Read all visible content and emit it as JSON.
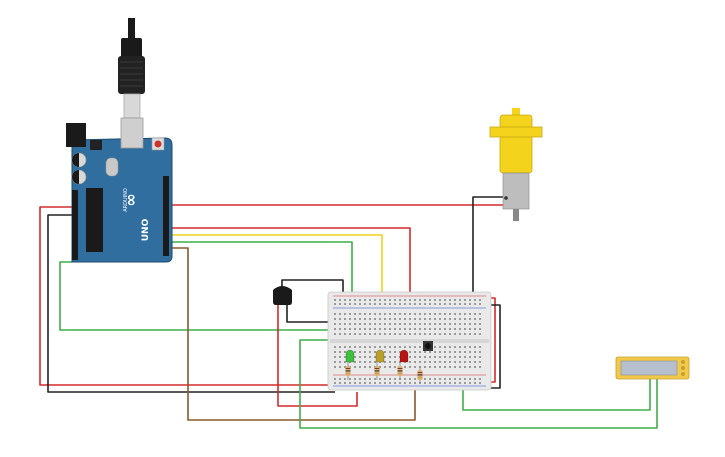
{
  "arduino": {
    "brand": "UNO",
    "logo_text": "∞",
    "board_label_text": "ARDUINO"
  },
  "components": {
    "leds": [
      {
        "name": "green-led",
        "color": "#3fbf3f"
      },
      {
        "name": "yellow-led",
        "color": "#b8a02a"
      },
      {
        "name": "red-led",
        "color": "#b81414"
      }
    ],
    "motor_color": "#f3d31b",
    "lcd_color": "#f0c94a"
  },
  "colors": {
    "board": "#2f6e9f",
    "board_dark": "#1e4a6e",
    "wire_red": "#d42a2a",
    "wire_black": "#222222",
    "wire_green": "#3fae49",
    "wire_yellow": "#f2d21a",
    "wire_brown": "#8a5a2b",
    "breadboard": "#e9e9e9"
  }
}
